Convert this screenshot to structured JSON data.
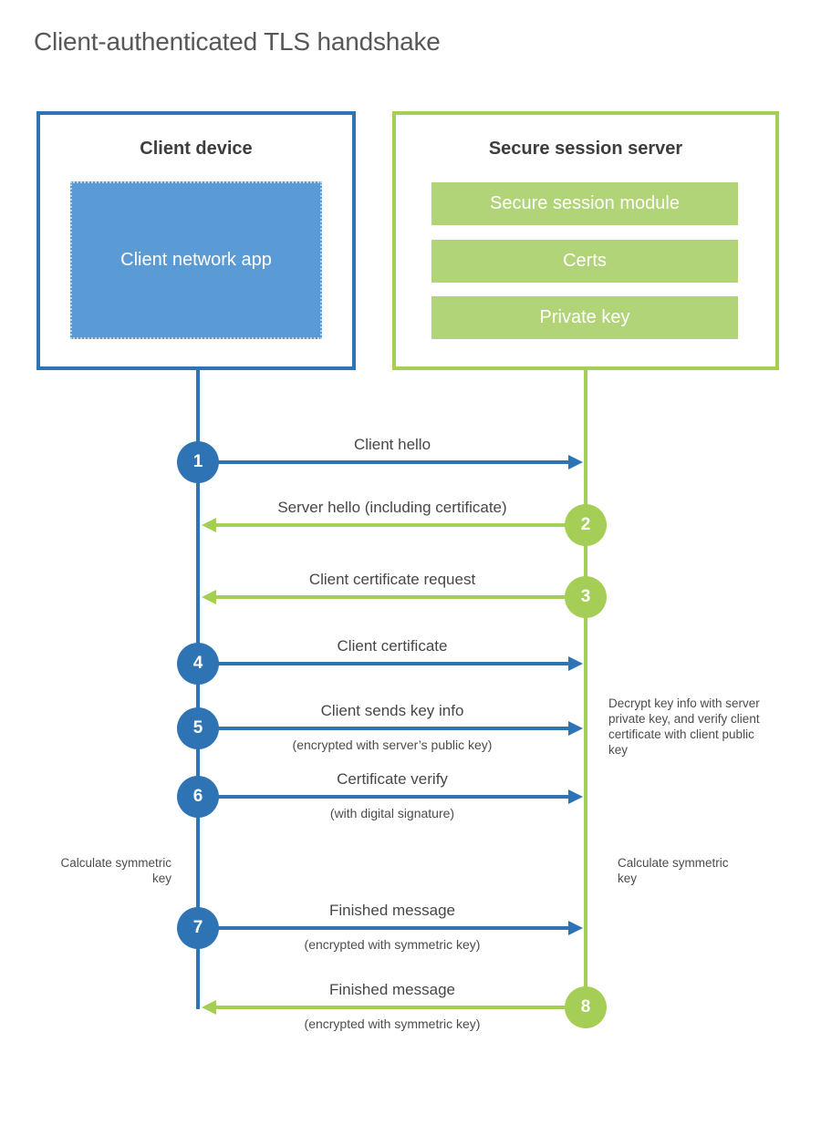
{
  "title": "Client-authenticated TLS handshake",
  "client": {
    "title": "Client device",
    "app_label": "Client network app"
  },
  "server": {
    "title": "Secure session server",
    "modules": [
      "Secure session module",
      "Certs",
      "Private key"
    ]
  },
  "steps": [
    {
      "num": "1",
      "label": "Client hello",
      "direction": "right",
      "color": "blue"
    },
    {
      "num": "2",
      "label": "Server hello (including certificate)",
      "direction": "left",
      "color": "green"
    },
    {
      "num": "3",
      "label": "Client certificate request",
      "direction": "left",
      "color": "green"
    },
    {
      "num": "4",
      "label": "Client certificate",
      "direction": "right",
      "color": "blue"
    },
    {
      "num": "5",
      "label": "Client sends key info",
      "sub": "(encrypted with server’s public key)",
      "direction": "right",
      "color": "blue"
    },
    {
      "num": "6",
      "label": "Certificate verify",
      "sub": "(with digital signature)",
      "direction": "right",
      "color": "blue"
    },
    {
      "num": "7",
      "label": "Finished message",
      "sub": "(encrypted with symmetric key)",
      "direction": "right",
      "color": "blue"
    },
    {
      "num": "8",
      "label": "Finished message",
      "sub": "(encrypted with symmetric key)",
      "direction": "left",
      "color": "green"
    }
  ],
  "annotations": {
    "decrypt_note": "Decrypt key info with server private key, and verify client certificate with client public key",
    "calc_left": "Calculate symmetric key",
    "calc_right": "Calculate symmetric key"
  },
  "colors": {
    "blue_stroke": "#2e74b5",
    "blue_fill": "#5b9bd5",
    "green_stroke": "#a4ce56",
    "green_fill": "#b2d478",
    "text_dark": "#3d3d3d",
    "text_gray": "#56575b"
  }
}
